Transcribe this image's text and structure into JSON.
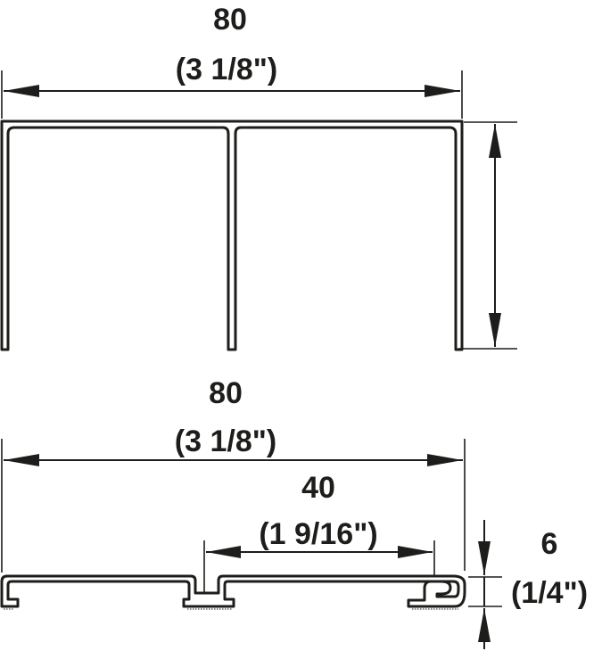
{
  "drawing": {
    "type": "technical-dimension-drawing",
    "line_color": "#1d1d1b",
    "background": "#ffffff",
    "top_view": {
      "description": "Double-channel top track profile (two U-channels)",
      "width_dimension": {
        "metric": "80",
        "imperial": "(3 1/8\")"
      },
      "height_dimension": {
        "metric": "",
        "imperial": ""
      }
    },
    "bottom_view": {
      "description": "Bottom guide rail profile with two grooves",
      "overall_width": {
        "metric": "80",
        "imperial": "(3 1/8\")"
      },
      "groove_spacing": {
        "metric": "40",
        "imperial": "(1 9/16\")"
      },
      "height": {
        "metric": "6",
        "imperial": "(1/4\")"
      }
    }
  }
}
